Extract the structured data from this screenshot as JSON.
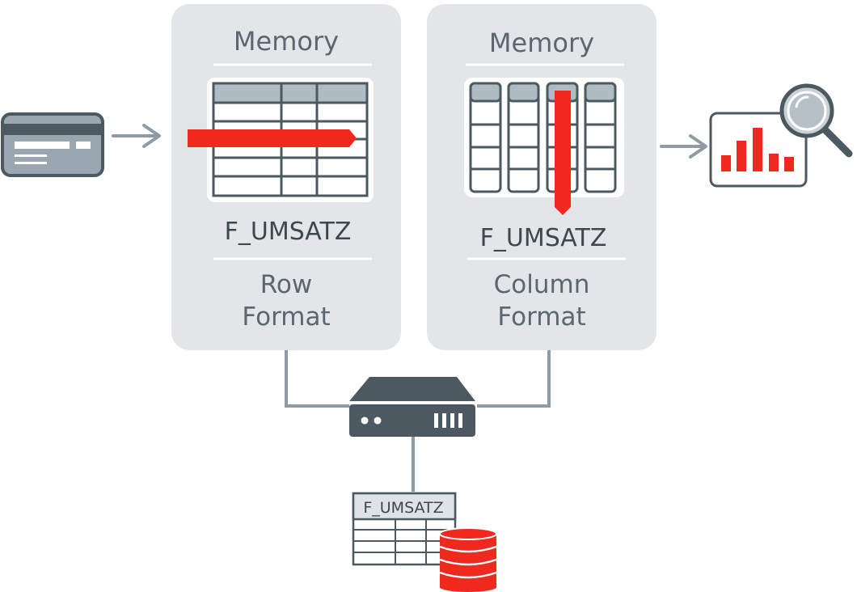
{
  "row_panel": {
    "heading": "Memory",
    "table_name": "F_UMSATZ",
    "format_line1": "Row",
    "format_line2": "Format"
  },
  "column_panel": {
    "heading": "Memory",
    "table_name": "F_UMSATZ",
    "format_line1": "Column",
    "format_line2": "Format"
  },
  "storage": {
    "table_name": "F_UMSATZ"
  },
  "icons": {
    "source": "credit-card-icon",
    "server": "server-icon",
    "database": "database-icon",
    "analytics": "bar-chart-magnifier-icon"
  },
  "colors": {
    "accent": "#f0281e",
    "panel": "#e3e6e8",
    "icon_dark": "#4d5961",
    "icon_light": "#9aa7b0",
    "connector": "#8e9ba3",
    "table_header": "#b0bcc4"
  }
}
